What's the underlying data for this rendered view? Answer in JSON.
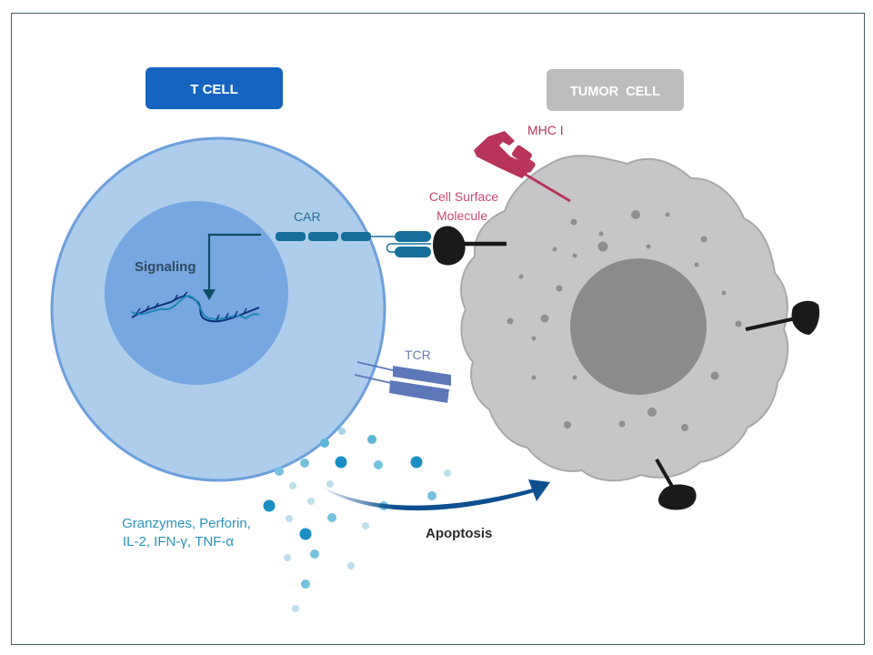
{
  "title_boxes": {
    "t_cell": "T CELL",
    "tumor_cell": "TUMOR  CELL"
  },
  "labels": {
    "car": "CAR",
    "signaling": "Signaling",
    "tcr": "TCR",
    "mhc": "MHC I",
    "cell_surface_line1": "Cell Surface",
    "cell_surface_line2": "Molecule",
    "secreted_line1": "Granzymes, Perforin,",
    "secreted_line2": "IL-2, IFN-γ, TNF-α",
    "apoptosis": "Apoptosis"
  },
  "colors": {
    "t_cell_box": "#1565c0",
    "tumor_box": "#bdbdbd",
    "t_cell_body": "#adcdeb",
    "t_cell_outline": "#6d9fdc",
    "nucleus": "#78a6e0",
    "car": "#166f9a",
    "tcr": "#5d78b8",
    "mhc": "#b8345a",
    "tumor_body": "#c6c6c8",
    "tumor_nucleus": "#8b8b8d",
    "antigen": "#1a1a1a",
    "arrow": "#0d4f8f",
    "secreted_text": "#2a95b8",
    "dark_text": "#2b2b2b"
  }
}
